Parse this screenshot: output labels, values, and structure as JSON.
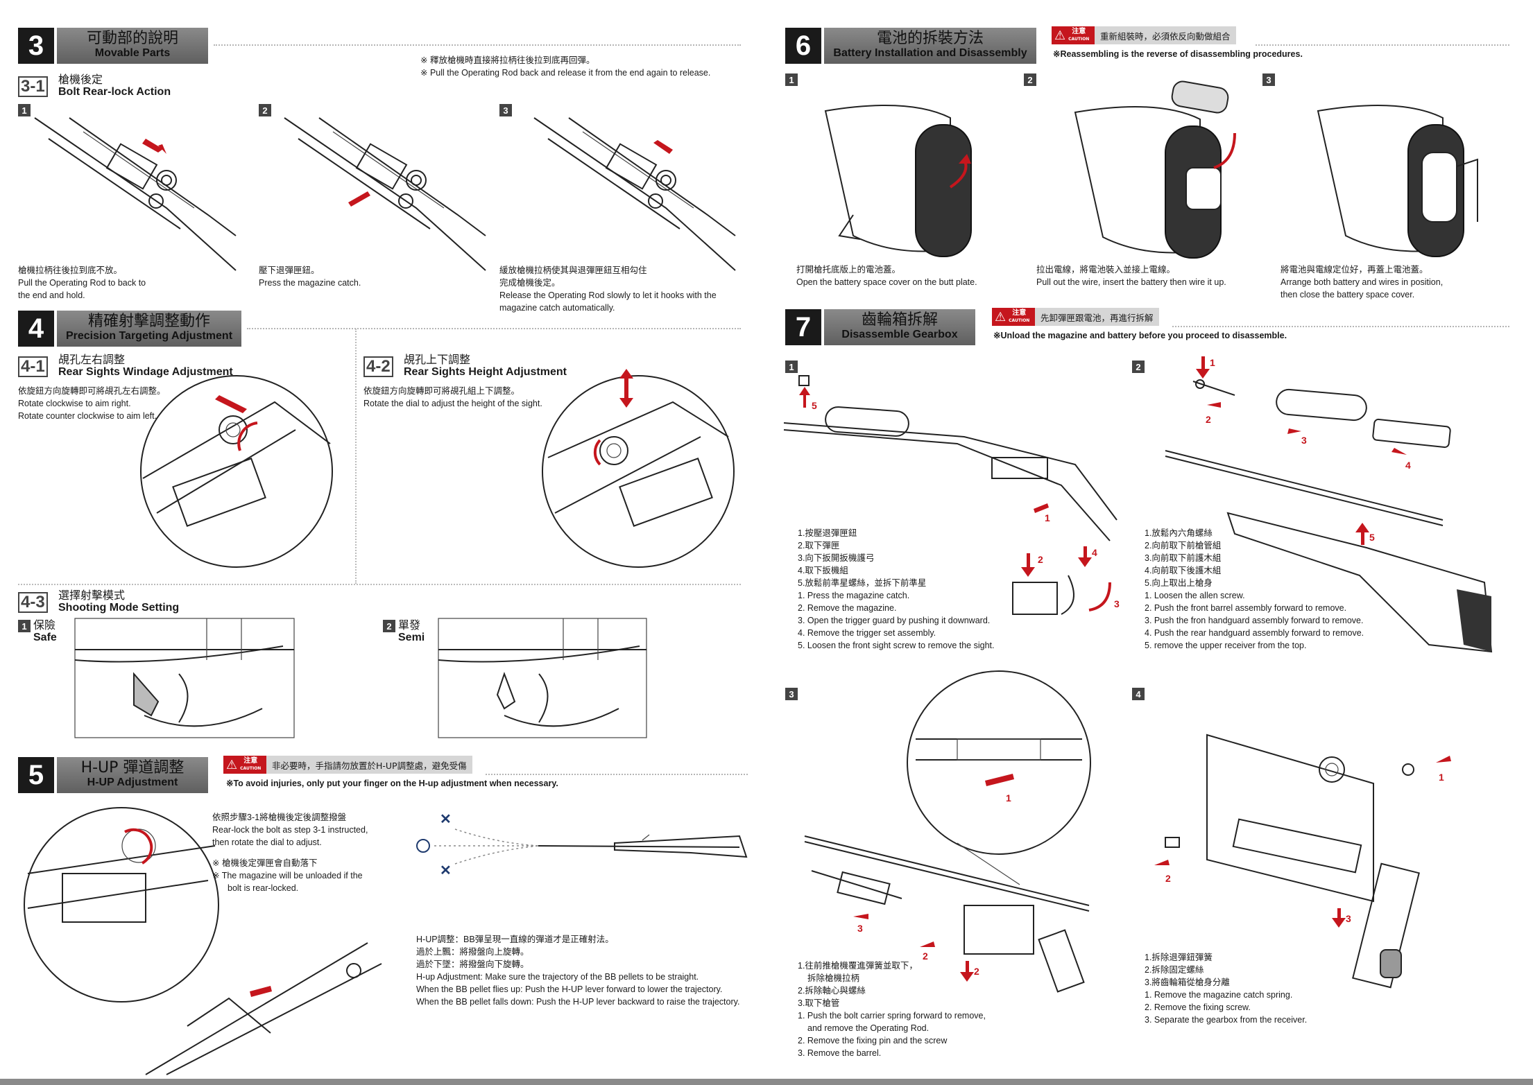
{
  "sec3": {
    "num": "3",
    "zh": "可動部的說明",
    "en": "Movable Parts",
    "note_zh": "※ 釋放槍機時直接將拉柄往後拉到底再回彈。",
    "note_en": "※ Pull the Operating Rod back and release it from the end again to release.",
    "sub": {
      "id": "3-1",
      "zh": "槍機後定",
      "en": "Bolt Rear-lock Action"
    },
    "steps": [
      {
        "n": "1",
        "zh": "槍機拉柄往後拉到底不放。",
        "en": [
          "Pull the Operating Rod to back to",
          "the end and hold."
        ]
      },
      {
        "n": "2",
        "zh": "壓下退彈匣鈕。",
        "en": [
          "Press the magazine catch."
        ]
      },
      {
        "n": "3",
        "zh": "緩放槍機拉柄使其與退彈匣鈕互相勾住完成槍機後定。",
        "zh2": "完成槍機後定。",
        "zh1": "緩放槍機拉柄使其與退彈匣鈕互相勾住",
        "en": [
          "Release the Operating Rod slowly to let it hooks with the",
          "magazine catch automatically."
        ]
      }
    ]
  },
  "sec4": {
    "num": "4",
    "zh": "精確射擊調整動作",
    "en": "Precision Targeting Adjustment",
    "s1": {
      "id": "4-1",
      "zh": "覘孔左右調整",
      "en": "Rear Sights Windage Adjustment",
      "zh_text": "依旋鈕方向旋轉即可將覘孔左右調整。",
      "en_lines": [
        "Rotate clockwise to aim right.",
        "Rotate counter clockwise to aim left."
      ]
    },
    "s2": {
      "id": "4-2",
      "zh": "覘孔上下調整",
      "en": "Rear Sights Height Adjustment",
      "zh_text": "依旋鈕方向旋轉即可將覘孔組上下調整。",
      "en_lines": [
        "Rotate the dial to adjust the height of the sight."
      ]
    },
    "s3": {
      "id": "4-3",
      "zh": "選擇射擊模式",
      "en": "Shooting Mode Setting",
      "safe": {
        "n": "1",
        "zh": "保險",
        "en": "Safe"
      },
      "semi": {
        "n": "2",
        "zh": "單發",
        "en": "Semi"
      }
    }
  },
  "sec5": {
    "num": "5",
    "zh": "H-UP 彈道調整",
    "en": "H-UP Adjustment",
    "caution_zh": "非必要時，手指請勿放置於H-UP調整處，避免受傷",
    "caution_note": "※To avoid injuries, only put your finger on the H-up adjustment when necessary.",
    "step_zh": "依照步驟3-1將槍機後定後調整撥盤",
    "step_en": [
      "Rear-lock the bolt as step 3-1 instructed,",
      "then rotate the dial to adjust."
    ],
    "note_zh": "※  槍機後定彈匣會自動落下",
    "note_en": [
      "※  The magazine will be unloaded if the",
      "bolt is rear-locked."
    ],
    "hup_zh": [
      "H-UP調整：BB彈呈現一直線的彈道才是正確射法。",
      "過於上飄：將撥盤向上旋轉。",
      "過於下墜：將撥盤向下旋轉。"
    ],
    "hup_en": [
      "H-up Adjustment: Make sure the trajectory of the BB pellets to be straight.",
      "When the BB pellet flies up: Push the H-UP lever forward to lower the trajectory.",
      "When the BB pellet falls down: Push the H-UP lever backward to raise the trajectory."
    ]
  },
  "sec6": {
    "num": "6",
    "zh": "電池的拆裝方法",
    "en": "Battery Installation and Disassembly",
    "caution_zh": "重新組裝時，必須依反向動做組合",
    "caution_note": "※Reassembling is the reverse of disassembling procedures.",
    "steps": [
      {
        "n": "1",
        "zh": "打開槍托底版上的電池蓋。",
        "en": [
          "Open the battery space cover on the butt plate."
        ]
      },
      {
        "n": "2",
        "zh": "拉出電線，將電池裝入並接上電線。",
        "en": [
          "Pull out the wire, insert the battery then wire it up."
        ]
      },
      {
        "n": "3",
        "zh": "將電池與電線定位好，再蓋上電池蓋。",
        "en": [
          "Arrange both battery and wires in position,",
          "then close the battery space cover."
        ]
      }
    ]
  },
  "sec7": {
    "num": "7",
    "zh": "齒輪箱拆解",
    "en": "Disassemble Gearbox",
    "caution_zh": "先卸彈匣跟電池，再進行拆解",
    "caution_note": "※Unload the magazine and battery before you proceed to disassemble.",
    "caution_label": "注意",
    "caution_en": "CAUTION",
    "p1": {
      "n": "1",
      "zh": [
        "1.按壓退彈匣鈕",
        "2.取下彈匣",
        "3.向下扳開扳機護弓",
        "4.取下扳機組",
        "5.放鬆前準星螺絲，並拆下前準星"
      ],
      "en": [
        "1. Press the magazine catch.",
        "2. Remove the magazine.",
        "3. Open the trigger guard by pushing it downward.",
        "4. Remove the trigger set assembly.",
        "5. Loosen the front sight screw to remove the sight."
      ]
    },
    "p2": {
      "n": "2",
      "zh": [
        "1.放鬆內六角螺絲",
        "2.向前取下前槍管組",
        "3.向前取下前護木組",
        "4.向前取下後護木組",
        "5.向上取出上槍身"
      ],
      "en": [
        "1. Loosen the allen screw.",
        "2. Push the front barrel assembly forward to remove.",
        "3. Push the fron handguard assembly forward to remove.",
        "4. Push the rear handguard assembly forward to remove.",
        "5. remove the upper receiver from the top."
      ]
    },
    "p3": {
      "n": "3",
      "zh": [
        "1.往前推槍機覆進彈簧並取下，",
        "拆除槍機拉柄",
        "2.拆除軸心與螺絲",
        "3.取下槍管"
      ],
      "en": [
        "1. Push the bolt carrier spring forward to remove,",
        "and remove the Operating Rod.",
        "2. Remove the fixing pin and the screw",
        "3. Remove the barrel."
      ]
    },
    "p4": {
      "n": "4",
      "zh": [
        "1.拆除退彈鈕彈簧",
        "2.拆除固定螺絲",
        "3.將齒輪箱從槍身分離"
      ],
      "en": [
        "1. Remove the magazine catch spring.",
        "2. Remove the fixing screw.",
        "3. Separate the gearbox from the receiver."
      ]
    }
  },
  "caution_label": "注意",
  "caution_en": "CAUTION",
  "figure_numbers": [
    "1",
    "2",
    "3",
    "4",
    "5"
  ]
}
